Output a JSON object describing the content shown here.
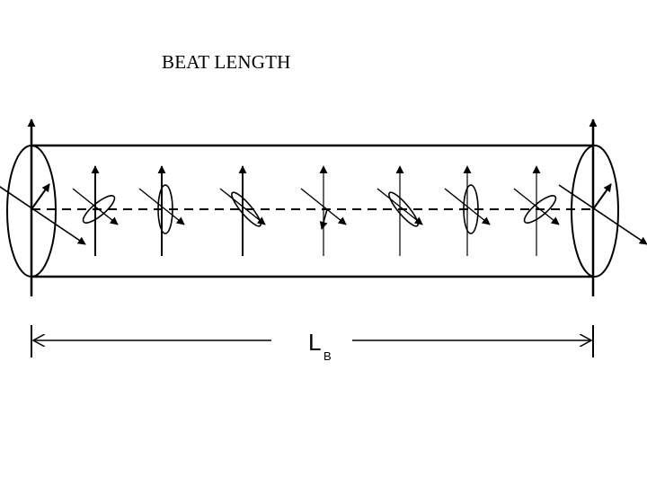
{
  "title": "BEAT LENGTH",
  "dimension": {
    "symbol": "L",
    "subscript": "B"
  },
  "colors": {
    "ink": "#000000",
    "background": "#ffffff"
  },
  "polarization_states": [
    "linear-45",
    "elliptical-45",
    "elliptical-vertical",
    "elliptical-135",
    "linear-135",
    "elliptical-135",
    "elliptical-vertical",
    "elliptical-45",
    "linear-45"
  ]
}
